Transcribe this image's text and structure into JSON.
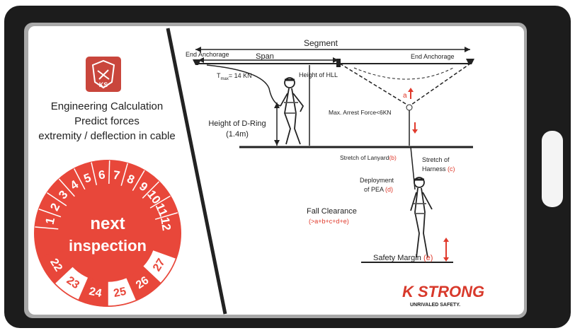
{
  "left_panel": {
    "title_line1": "Engineering Calculation",
    "title_line2": "Predict forces",
    "title_line3": "extremity / deflection in cable",
    "logo_icon": "kstrong-crest-icon",
    "inspection_sticker": {
      "center_line1": "next",
      "center_line2": "inspection",
      "months": [
        "1",
        "2",
        "3",
        "4",
        "5",
        "6",
        "7",
        "8",
        "9",
        "10",
        "11",
        "12"
      ],
      "years": [
        "22",
        "23",
        "24",
        "25",
        "26",
        "27"
      ],
      "color": "#e8473a"
    }
  },
  "diagram": {
    "segment_label": "Segment",
    "span_label": "Span",
    "end_anchorage_left": "End Anchorage",
    "end_anchorage_right": "End Anchorage",
    "tension_label": "T",
    "tension_subscript": "max",
    "tension_value": "= 14 KN",
    "height_hll": "Height of HLL",
    "height_dring_line1": "Height of D-Ring",
    "height_dring_line2": "(1.4m)",
    "max_arrest": "Max. Arrest Force<6KN",
    "marker_a": "a",
    "stretch_lanyard": "Stretch of Lanyard",
    "marker_b": "(b)",
    "stretch_harness_line1": "Stretch of",
    "stretch_harness_line2": "Harness",
    "marker_c": "(c)",
    "deploy_line1": "Deployment",
    "deploy_line2": "of PEA",
    "marker_d": "(d)",
    "fall_clearance": "Fall Clearance",
    "fall_formula": "(>a+b+c+d+e)",
    "safety_margin": "Safety Margin",
    "marker_e": "(e)",
    "accent_color": "#e03a2c"
  },
  "brand": {
    "name": "K STRONG",
    "tagline": "UNRIVALED SAFETY."
  },
  "frame": {
    "color": "#1c1c1c",
    "slot_icon": "lanyard-slot-icon"
  }
}
